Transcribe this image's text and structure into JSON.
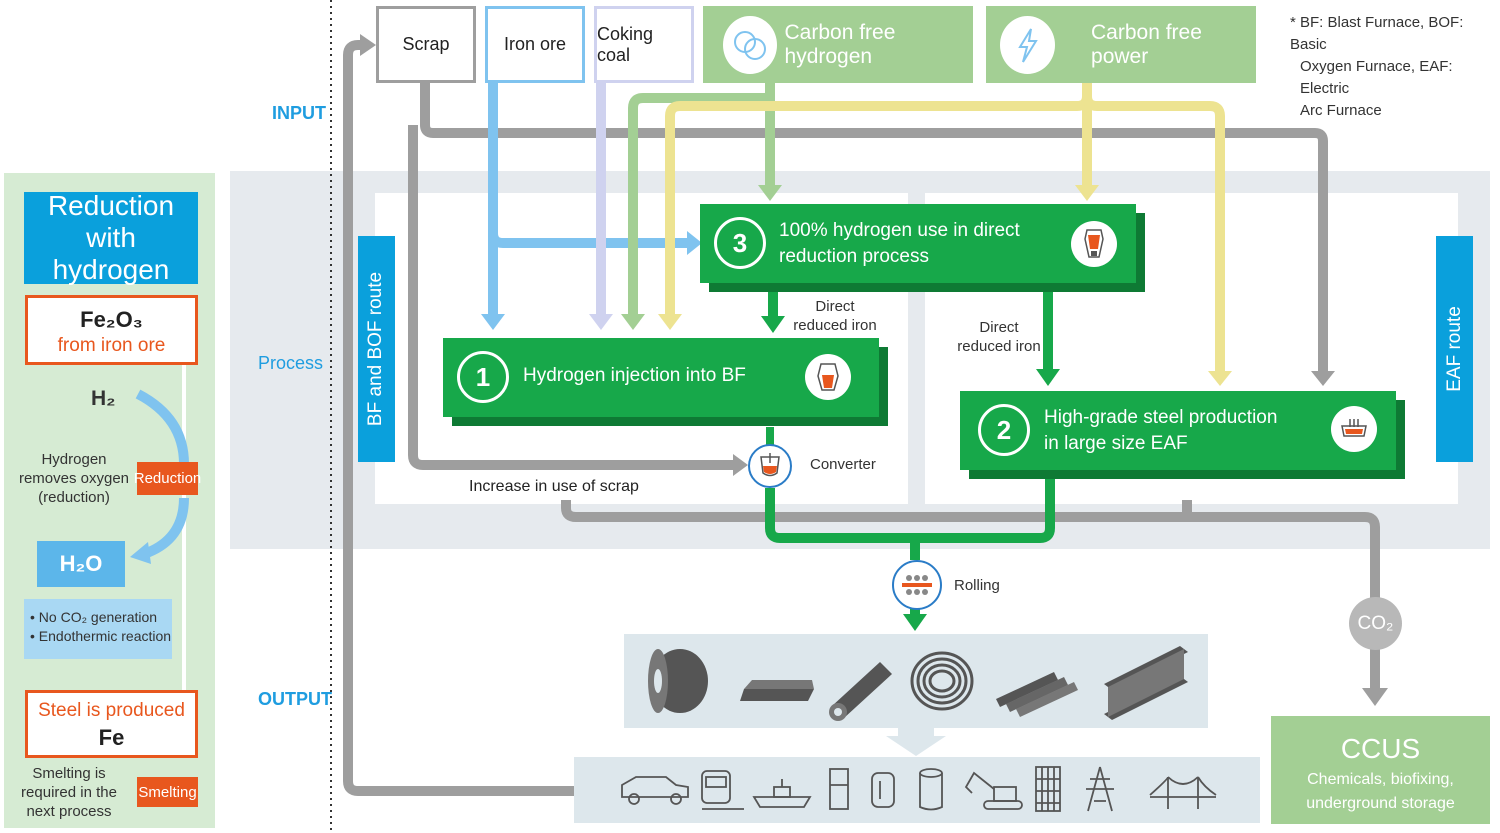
{
  "footnote": "* BF: Blast Furnace, BOF: Basic Oxygen Furnace, EAF: Electric Arc Furnace",
  "footnote_lines": [
    "* BF: Blast Furnace, BOF: Basic",
    "Oxygen Furnace, EAF: Electric",
    "Arc Furnace"
  ],
  "stages": {
    "input": "INPUT",
    "process": "Process",
    "output": "OUTPUT"
  },
  "inputs": {
    "scrap": "Scrap",
    "iron_ore": "Iron ore",
    "coking_coal": "Coking coal",
    "hydrogen": "Carbon free hydrogen",
    "power": "Carbon free power"
  },
  "routes": {
    "bf_bof": "BF and BOF route",
    "eaf": "EAF route"
  },
  "process": {
    "p1": {
      "num": "1",
      "title": "Hydrogen injection into BF"
    },
    "p2": {
      "num": "2",
      "title_line1": "High-grade steel production",
      "title_line2": "in large size EAF"
    },
    "p3": {
      "num": "3",
      "title_line1": "100% hydrogen use in direct",
      "title_line2": "reduction process"
    }
  },
  "labels": {
    "dri_a_line1": "Direct",
    "dri_a_line2": "reduced iron",
    "dri_b_line1": "Direct",
    "dri_b_line2": "reduced iron",
    "converter": "Converter",
    "scrap_increase": "Increase in use of scrap",
    "rolling": "Rolling",
    "co2": "CO₂"
  },
  "ccus": {
    "title": "CCUS",
    "line1": "Chemicals, biofixing,",
    "line2": "underground storage"
  },
  "left": {
    "title_line1": "Reduction with",
    "title_line2": "hydrogen",
    "fe2o3": "Fe₂O₃",
    "from_ore": "from iron ore",
    "h2": "H₂",
    "hydrogen_text": [
      "Hydrogen",
      "removes oxygen",
      "(reduction)"
    ],
    "reduction": "Reduction",
    "h2o": "H₂O",
    "bullet1": "• No CO₂ generation",
    "bullet2": "• Endothermic reaction",
    "steel_produced": "Steel is produced",
    "fe": "Fe",
    "smelting_text": [
      "Smelting is",
      "required in the",
      "next process"
    ],
    "smelting": "Smelting"
  },
  "colors": {
    "green": "#17a84a",
    "light_green": "#a3cf94",
    "blue": "#0aa0dc",
    "orange": "#e8571e",
    "gray": "#9e9e9e",
    "yellow": "#ede391",
    "lavender": "#cfd2ef"
  }
}
